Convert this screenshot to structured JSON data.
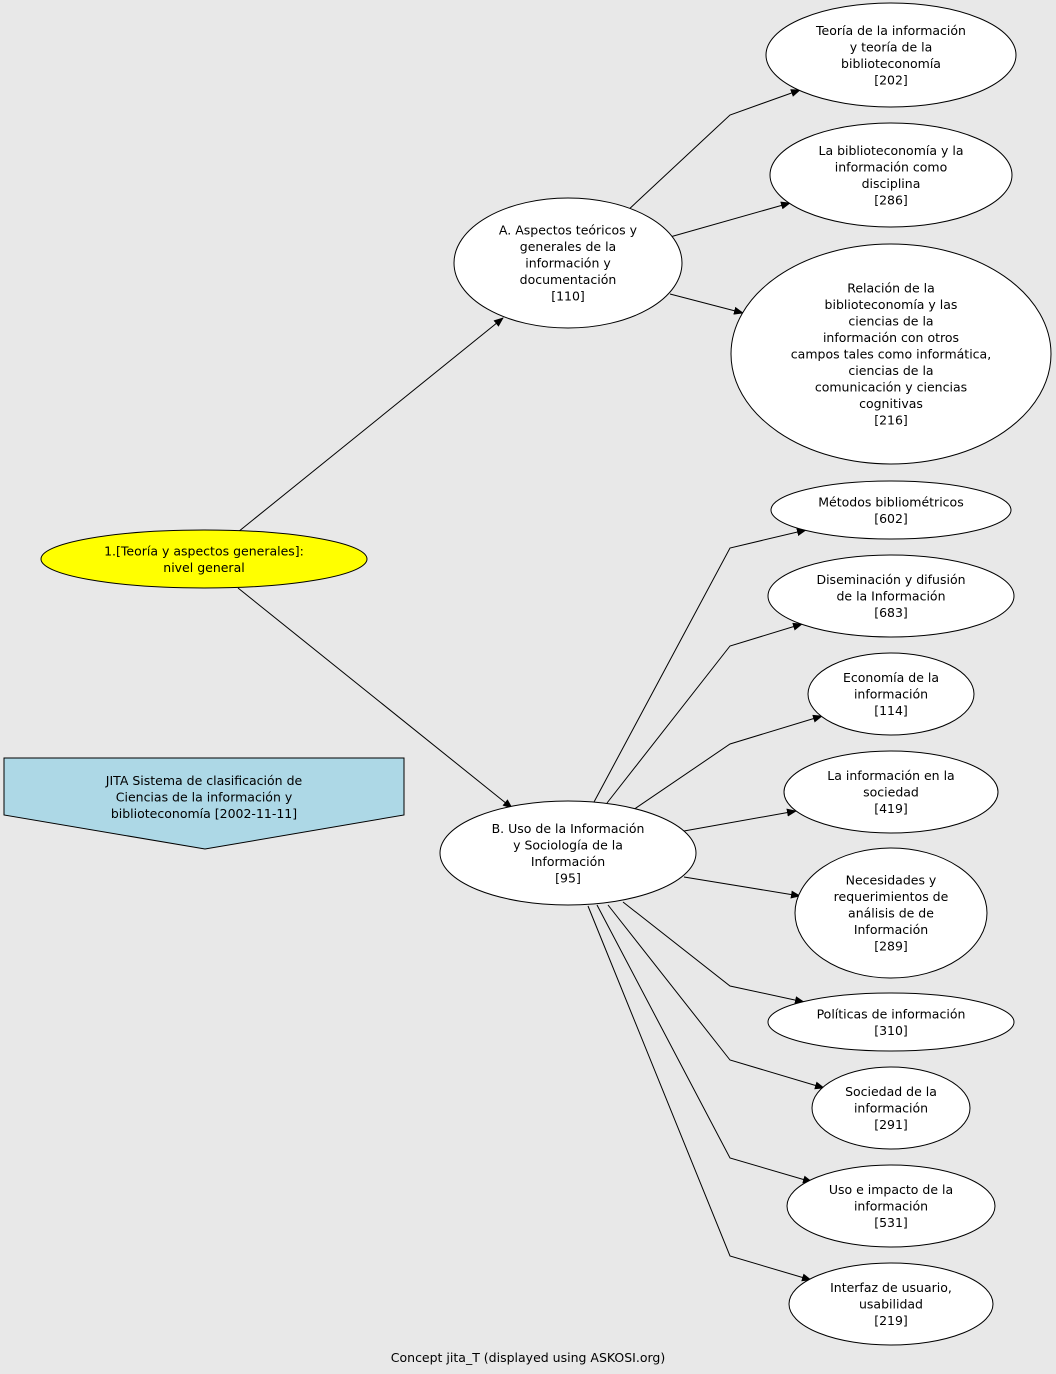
{
  "colors": {
    "background": "#e8e8e8",
    "node_fill": "#ffffff",
    "root_fill": "#ffff00",
    "banner_fill": "#add8e6",
    "stroke": "#000000"
  },
  "banner": {
    "lines": [
      "JITA Sistema de clasificación de",
      "Ciencias de la información y",
      "biblioteconomía [2002-11-11]"
    ]
  },
  "root": {
    "lines": [
      "1.[Teoría y aspectos generales]:",
      "nivel general"
    ]
  },
  "branch_a": {
    "lines": [
      "A. Aspectos teóricos y",
      "generales de la",
      "información y",
      "documentación",
      "[110]"
    ],
    "children": [
      {
        "lines": [
          "Teoría de la información",
          "y teoría de la",
          "biblioteconomía",
          "[202]"
        ]
      },
      {
        "lines": [
          "La biblioteconomía y la",
          "información como",
          "disciplina",
          "[286]"
        ]
      },
      {
        "lines": [
          "Relación de la",
          "biblioteconomía y las",
          "ciencias de la",
          "información con otros",
          "campos tales como informática,",
          "ciencias de la",
          "comunicación y ciencias",
          "cognitivas",
          "[216]"
        ]
      }
    ]
  },
  "branch_b": {
    "lines": [
      "B. Uso de la Información",
      "y Sociología de la",
      "Información",
      "[95]"
    ],
    "children": [
      {
        "lines": [
          "Métodos bibliométricos",
          "[602]"
        ]
      },
      {
        "lines": [
          "Diseminación y difusión",
          "de la Información",
          "[683]"
        ]
      },
      {
        "lines": [
          "Economía de la",
          "información",
          "[114]"
        ]
      },
      {
        "lines": [
          "La información en la",
          "sociedad",
          "[419]"
        ]
      },
      {
        "lines": [
          "Necesidades y",
          "requerimientos de",
          "análisis de de",
          "Información",
          "[289]"
        ]
      },
      {
        "lines": [
          "Políticas de información",
          "[310]"
        ]
      },
      {
        "lines": [
          "Sociedad de la",
          "información",
          "[291]"
        ]
      },
      {
        "lines": [
          "Uso e impacto de la",
          "información",
          "[531]"
        ]
      },
      {
        "lines": [
          "Interfaz de usuario,",
          "usabilidad",
          "[219]"
        ]
      }
    ]
  },
  "footer": {
    "caption": "Concept jita_T (displayed using ASKOSI.org)"
  }
}
